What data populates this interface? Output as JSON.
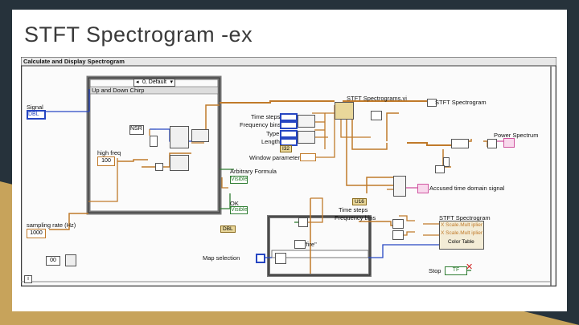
{
  "slide": {
    "title": "STFT Spectrogram -ex"
  },
  "diagram": {
    "window_title": "Calculate and Display Spectrogram",
    "case_selector": "0, Default",
    "case_label": "Up and Down Chirp",
    "signal_label": "Signal",
    "signal_type": "DBL",
    "nsr_label": "NSR",
    "high_freq_label": "high freq",
    "high_freq_value": "100",
    "sampling_rate_label": "sampling rate (Hz)",
    "sampling_rate_value": "1000",
    "num_const": "00",
    "info_glyph": "i",
    "stft_vi_label": "STFT Spectrograms.vi",
    "stft_indicator_label": "STFT Spectrogram",
    "time_steps_label": "Time steps",
    "freq_bins_label": "Frequency bins",
    "type_label": "Type",
    "length_label": "Length",
    "window_param_label": "Window parameter",
    "arbitrary_formula_label": "Arbitrary Formula",
    "visible_label": "Visible",
    "ok_label": "OK",
    "power_spectrum_label": "Power Spectrum",
    "accused_signal_label": "Accused time domain signal",
    "time_steps_b_label": "Time steps",
    "freq_bins_b_label": "Frequency bins",
    "stft_cluster_label": "STFT Spectrogram",
    "x_mult_1": "X Scale.Mult iplier",
    "x_mult_2": "X Scale.Mult iplier",
    "color_table": "Color Table",
    "map_selection_label": "Map selection",
    "fire_label": "\"fire\"",
    "stop_label": "Stop",
    "stop_value": "TF",
    "pill_i32": "I32",
    "pill_dbl": "DBL",
    "pill_u16": "U16"
  },
  "colors": {
    "background_dark": "#26323b",
    "accent_gold": "#c7a35b",
    "wire_orange": "#c07a2a",
    "wire_blue": "#2646c2",
    "wire_green": "#2f7d32",
    "wire_pink": "#d055a0"
  }
}
